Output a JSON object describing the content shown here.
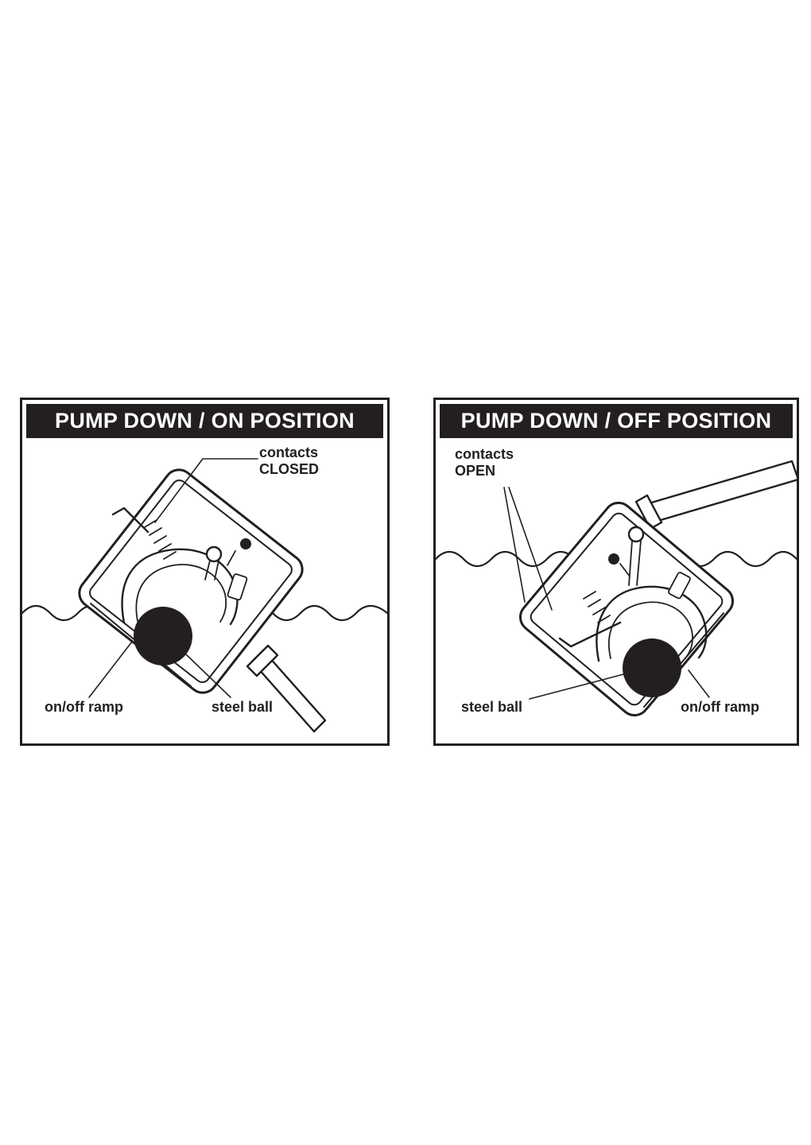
{
  "colors": {
    "ink": "#231f20",
    "header_bg": "#231f20",
    "header_text": "#ffffff",
    "background": "#ffffff"
  },
  "panels": [
    {
      "title": "PUMP DOWN / ON POSITION",
      "labels": {
        "contacts_line1": "contacts",
        "contacts_line2": "CLOSED",
        "ramp": "on/off ramp",
        "ball": "steel ball"
      }
    },
    {
      "title": "PUMP DOWN / OFF POSITION",
      "labels": {
        "contacts_line1": "contacts",
        "contacts_line2": "OPEN",
        "ramp": "on/off ramp",
        "ball": "steel ball"
      }
    }
  ]
}
